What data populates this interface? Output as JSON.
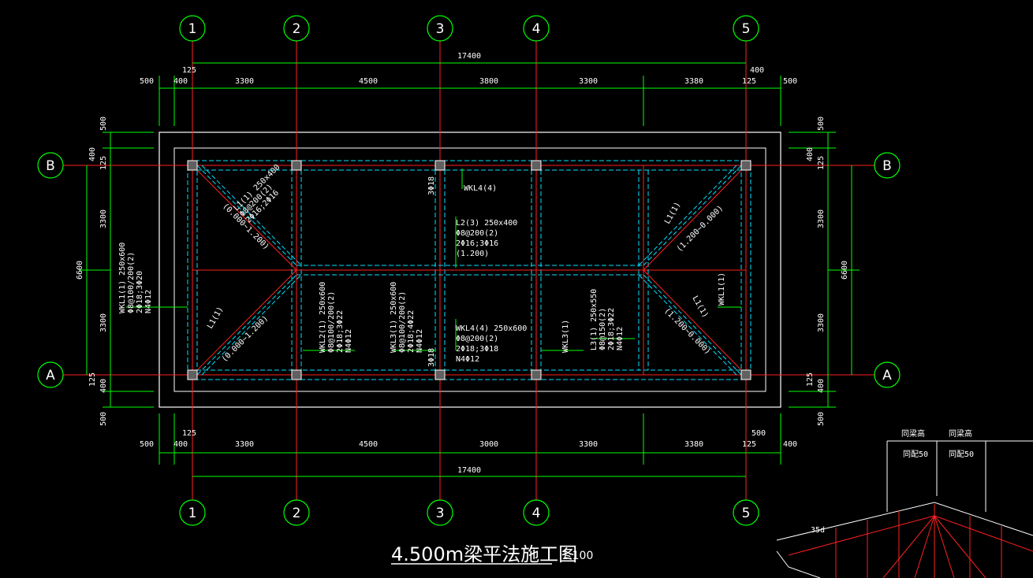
{
  "title": "4.500m梁平法施工图",
  "scale": "1:100",
  "colors": {
    "background": "#000000",
    "grid": "#ff2020",
    "dim": "#00ff00",
    "beam": "#00ffff",
    "outline": "#ffffff"
  },
  "grid_labels": {
    "cols": [
      "1",
      "2",
      "3",
      "4",
      "5"
    ],
    "rows": [
      "B",
      "A"
    ]
  },
  "dims": {
    "total": "17400",
    "top_segments": [
      "3300",
      "4500",
      "3800",
      "3300",
      "3380"
    ],
    "bottom_segments": [
      "3300",
      "4500",
      "3000",
      "3300",
      "3380"
    ],
    "offsets": {
      "d500": "500",
      "d400": "400",
      "d125": "125"
    },
    "left_vertical": [
      "500",
      "400",
      "125",
      "3300",
      "3300",
      "125",
      "400",
      "500"
    ],
    "total_vertical": "6600"
  },
  "beam_notes": {
    "wkl4_top": "WKL4(4)",
    "bar_3d18": "3Φ18",
    "l1_a": [
      "L1(1) 250x400",
      "Φ8@200(2)",
      "2Φ16;2Φ16"
    ],
    "elev_a": "(0.000~1.200)",
    "l2": [
      "L2(3) 250x400",
      "Φ8@200(2)",
      "2Φ16;3Φ16",
      "(1.200)"
    ],
    "wkl1_left": [
      "WKL1(1) 250x600",
      "Φ8@100/200(2)",
      "2Φ18;3Φ20",
      "N4Φ12"
    ],
    "l1_b": "L1(1)",
    "elev_b": "(0.000~1.200)",
    "wkl2": [
      "WKL2(1) 250x600",
      "Φ8@100/200(2)",
      "2Φ18;3Φ22",
      "N4Φ12"
    ],
    "wkl3": [
      "WKL3(1) 250x600",
      "Φ8@100/200(2)",
      "2Φ18;4Φ22",
      "N4Φ12"
    ],
    "bar_3d18b": "3Φ18",
    "wkl4_bottom": [
      "WKL4(4) 250x600",
      "Φ8@200(2)",
      "2Φ18;3Φ18",
      "N4Φ12"
    ],
    "wkl3_small": "WKL3(1)",
    "l3": [
      "L3(1) 250x550",
      "Φ8@150(2)",
      "2Φ18;3Φ22",
      "N4Φ12"
    ],
    "l1_right_top": "L1(1)",
    "elev_c": "(1.200~0.000)",
    "wkl1_right": "WKL1(1)",
    "l1_right_bot": "L1(1)",
    "elev_d": "(1.200~0.000)"
  },
  "detail": {
    "header_left": "同梁高",
    "header_right": "同梁高",
    "cell_left": "同配50",
    "cell_right": "同配50",
    "anchor": "35d"
  }
}
